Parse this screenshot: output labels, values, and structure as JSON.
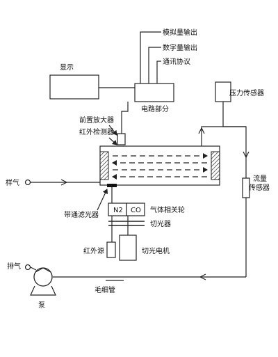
{
  "labels": {
    "analog_output": "模拟量输出",
    "digital_output": "数字量输出",
    "comm_protocol": "通讯协议",
    "display": "显示",
    "circuit": "电路部分",
    "pressure_sensor": "压力传感器",
    "preamp": "前置放大器",
    "ir_detector": "红外检测器",
    "sample_gas": "样气",
    "flow_sensor_line1": "流量",
    "flow_sensor_line2": "传感器",
    "bandpass_filter": "带通滤光器",
    "n2": "N2",
    "co": "CO",
    "gas_wheel": "气体相关轮",
    "chopper": "切光器",
    "ir_source": "红外源",
    "chopper_motor": "切光电机",
    "exhaust": "排气",
    "capillary": "毛细管",
    "pump": "泵"
  }
}
